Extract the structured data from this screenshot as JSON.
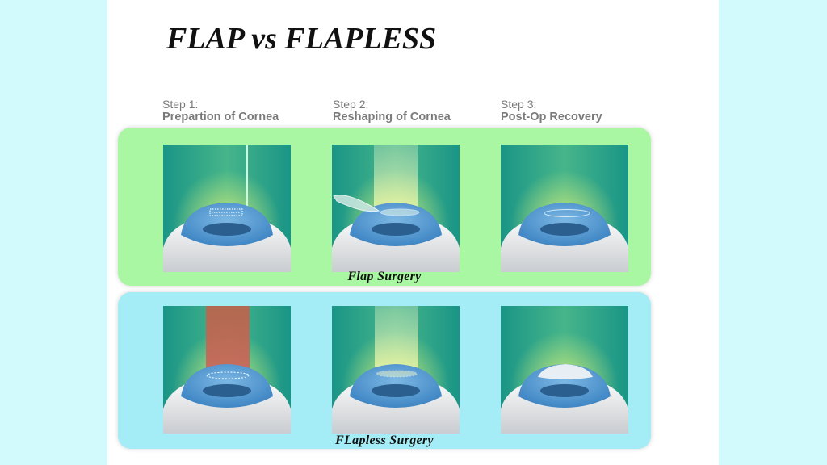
{
  "title": "FLAP vs FLAPLESS",
  "steps": [
    {
      "number": "Step 1:",
      "name": "Prepartion of Cornea"
    },
    {
      "number": "Step 2:",
      "name": "Reshaping of Cornea"
    },
    {
      "number": "Step 3:",
      "name": "Post-Op Recovery"
    }
  ],
  "rows": [
    {
      "caption": "Flap Surgery"
    },
    {
      "caption": "FLapless Surgery"
    }
  ],
  "colors": {
    "background": "#d2fafc",
    "flap_panel": "#a9f7a3",
    "flapless_panel": "#a4edf7",
    "tile_teal": "#1a9a8e",
    "eye_blue": "#5aa0d4",
    "laser_red": "#c1664f",
    "laser_yellow": "#e8f6b0"
  }
}
